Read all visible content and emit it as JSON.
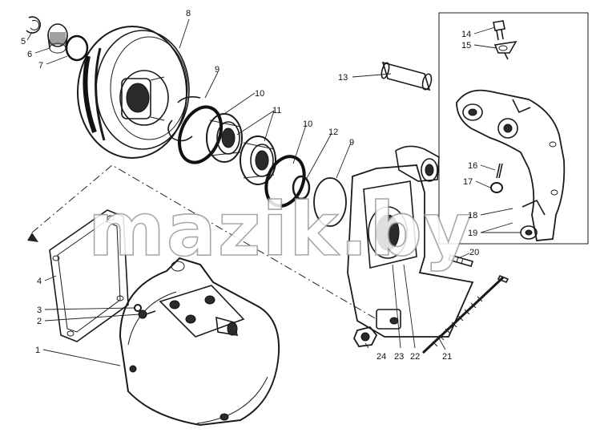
{
  "diagram": {
    "watermark": "mazik.by",
    "callouts": [
      {
        "id": "c1",
        "label": "1"
      },
      {
        "id": "c2",
        "label": "2"
      },
      {
        "id": "c3",
        "label": "3"
      },
      {
        "id": "c4",
        "label": "4"
      },
      {
        "id": "c5",
        "label": "5"
      },
      {
        "id": "c6",
        "label": "6"
      },
      {
        "id": "c7",
        "label": "7"
      },
      {
        "id": "c8",
        "label": "8"
      },
      {
        "id": "c9a",
        "label": "9"
      },
      {
        "id": "c9b",
        "label": "9"
      },
      {
        "id": "c10a",
        "label": "10"
      },
      {
        "id": "c10b",
        "label": "10"
      },
      {
        "id": "c11",
        "label": "11"
      },
      {
        "id": "c12",
        "label": "12"
      },
      {
        "id": "c13",
        "label": "13"
      },
      {
        "id": "c14",
        "label": "14"
      },
      {
        "id": "c15",
        "label": "15"
      },
      {
        "id": "c16",
        "label": "16"
      },
      {
        "id": "c17",
        "label": "17"
      },
      {
        "id": "c18",
        "label": "18"
      },
      {
        "id": "c19",
        "label": "19"
      },
      {
        "id": "c20",
        "label": "20"
      },
      {
        "id": "c21",
        "label": "21"
      },
      {
        "id": "c22",
        "label": "22"
      },
      {
        "id": "c23",
        "label": "23"
      },
      {
        "id": "c24",
        "label": "24"
      }
    ]
  }
}
